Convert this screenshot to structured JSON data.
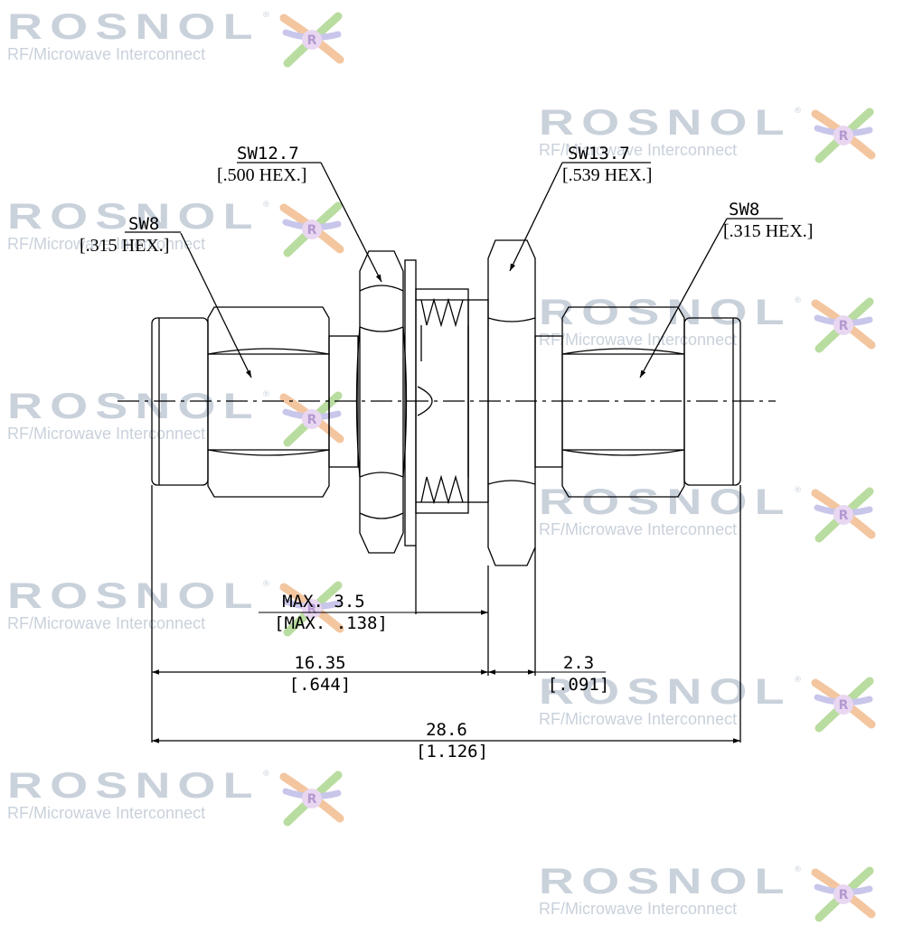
{
  "watermark": {
    "brand": "ROSNOL",
    "subtitle": "RF/Microwave Interconnect",
    "registered_mark": "®",
    "logo_icon": "rosnol-star-logo-icon",
    "brand_color": "#c9d1db"
  },
  "callouts": {
    "hex_left": {
      "size": "SW8",
      "inch": "[.315 HEX.]"
    },
    "hex_nut_front": {
      "size": "SW12.7",
      "inch": "[.500 HEX.]"
    },
    "hex_nut_body": {
      "size": "SW13.7",
      "inch": "[.539 HEX.]"
    },
    "hex_right": {
      "size": "SW8",
      "inch": "[.315 HEX.]"
    }
  },
  "dimensions": {
    "panel_thickness": {
      "mm": "MAX. 3.5",
      "inch": "[MAX. .138]"
    },
    "front_length": {
      "mm": "16.35",
      "inch": "[.644]"
    },
    "flange": {
      "mm": "2.3",
      "inch": "[.091]"
    },
    "overall_length": {
      "mm": "28.6",
      "inch": "[1.126]"
    }
  },
  "colors": {
    "line": "#000000",
    "background": "#ffffff"
  }
}
